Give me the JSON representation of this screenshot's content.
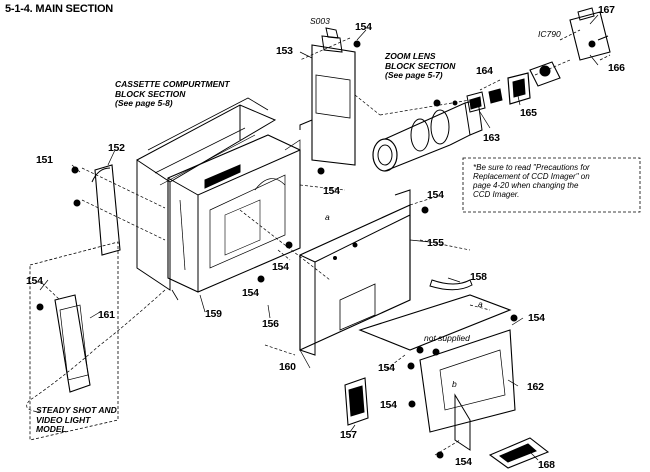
{
  "title": "5-1-4. MAIN SECTION",
  "labels": {
    "cassette": [
      "CASSETTE COMPURTMENT",
      "BLOCK SECTION",
      "(See page 5-8)"
    ],
    "zoom": [
      "ZOOM LENS",
      "BLOCK SECTION",
      "(See page 5-7)"
    ],
    "steady": [
      "STEADY SHOT AND",
      "VIDEO LIGHT",
      "MODEL"
    ],
    "note": [
      "*Be sure to read \"Precautions for",
      "Replacement of CCD Imager\" on",
      "page 4-20 when changing the",
      "CCD Imager."
    ],
    "not_supplied": "not supplied",
    "s003": "S003",
    "ic790": "IC790"
  },
  "parts": {
    "p151": "151",
    "p152": "152",
    "p153": "153",
    "p154": "154",
    "p155": "155",
    "p156": "156",
    "p157": "157",
    "p158": "158",
    "p159": "159",
    "p160": "160",
    "p161": "161",
    "p162": "162",
    "p163": "163",
    "p164": "164",
    "p165": "165",
    "p166": "166",
    "p167": "167",
    "p168": "168"
  },
  "ref_marks": {
    "a": "a",
    "b": "b"
  }
}
